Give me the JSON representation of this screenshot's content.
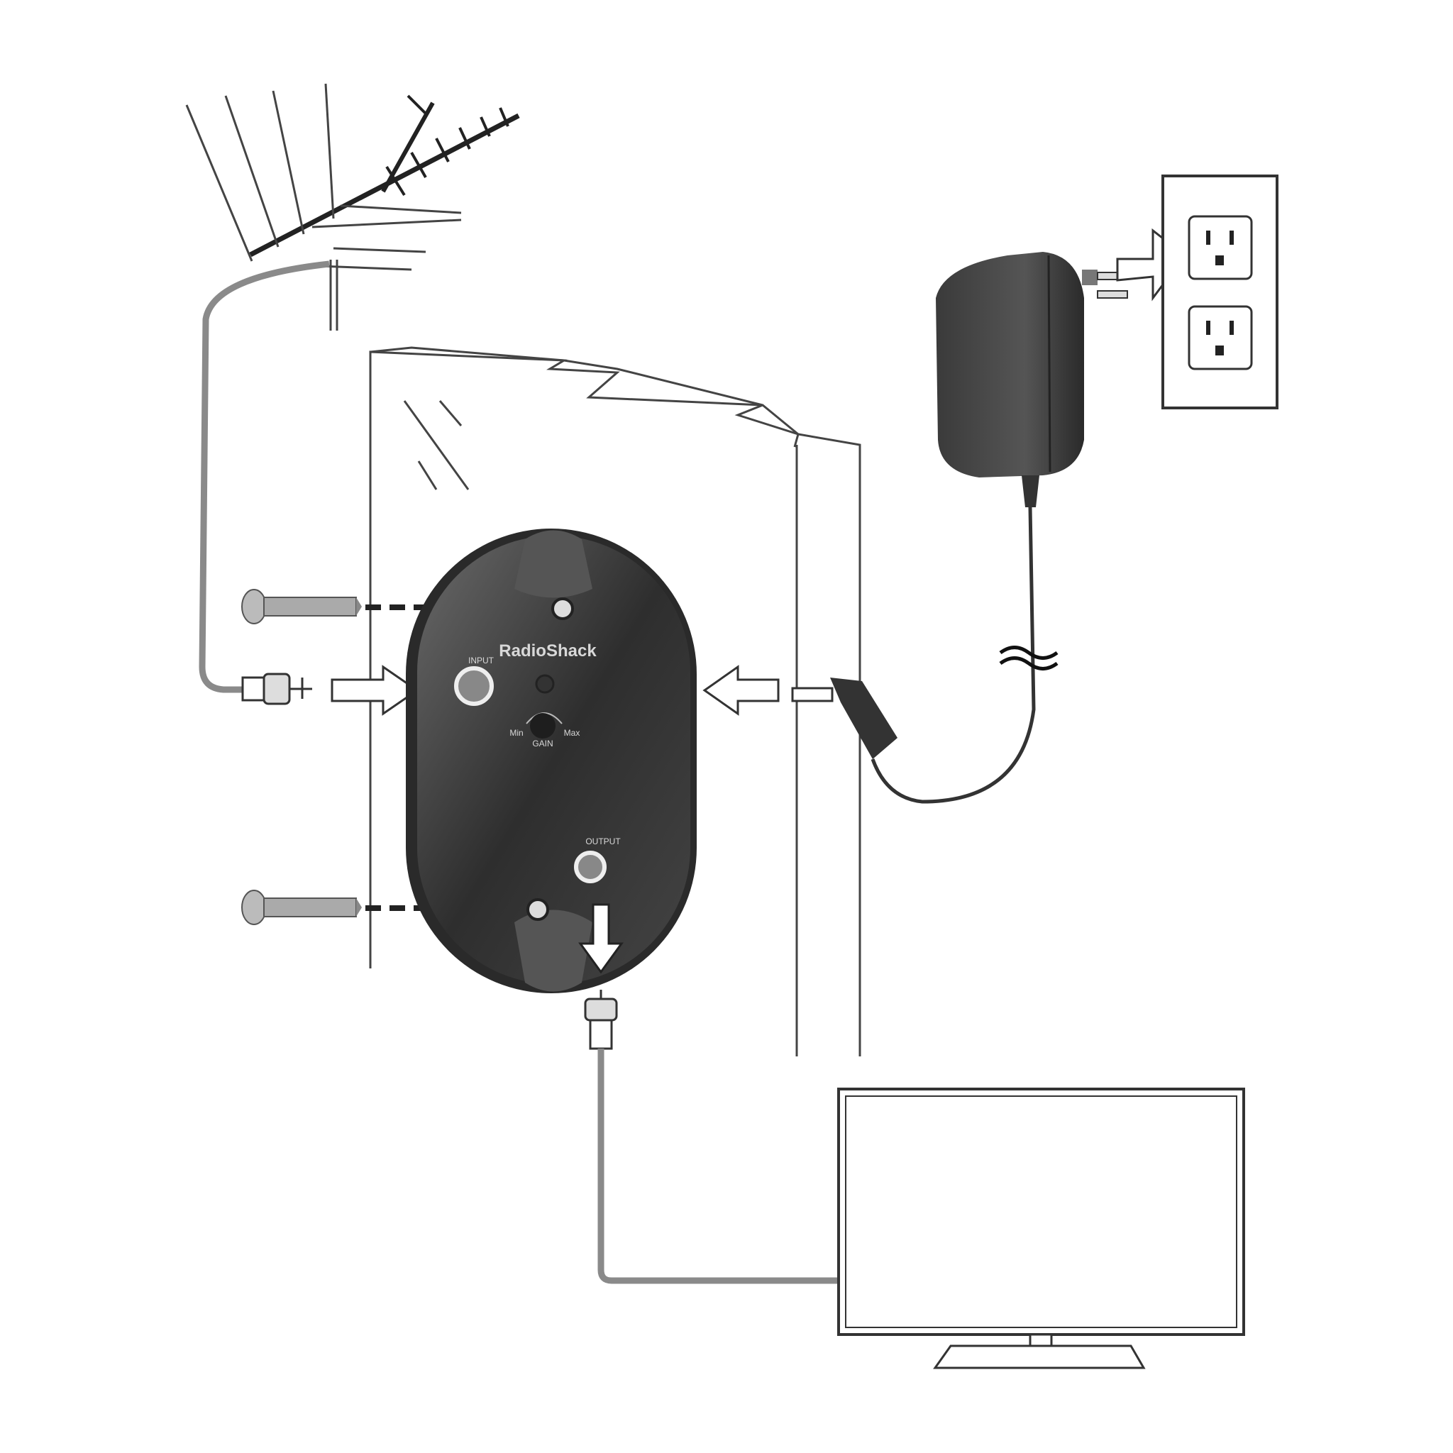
{
  "device": {
    "brand": "RadioShack",
    "input_label": "INPUT",
    "output_label": "OUTPUT",
    "gain_label": "GAIN",
    "min_label": "Min",
    "max_label": "Max"
  },
  "colors": {
    "device_body": "#3a3a3a",
    "cable": "#8a8a8a",
    "line": "#555555"
  }
}
